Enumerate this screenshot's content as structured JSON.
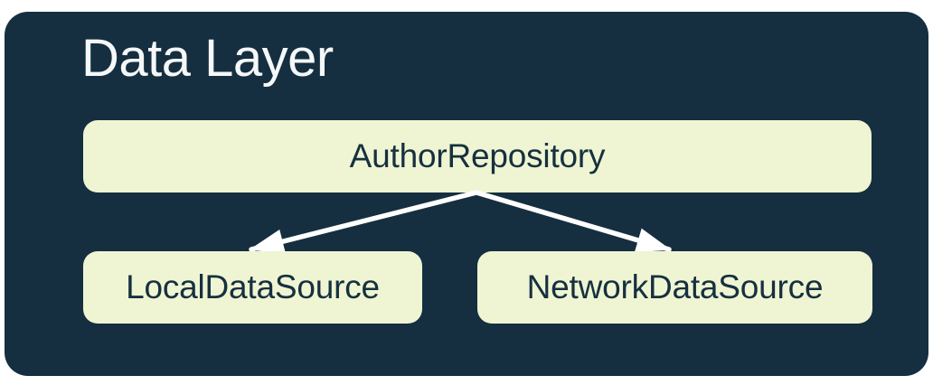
{
  "diagram": {
    "title": "Data Layer",
    "nodes": [
      {
        "id": "repository",
        "label": "AuthorRepository"
      },
      {
        "id": "local",
        "label": "LocalDataSource"
      },
      {
        "id": "network",
        "label": "NetworkDataSource"
      }
    ],
    "edges": [
      {
        "from": "AuthorRepository",
        "to": "LocalDataSource"
      },
      {
        "from": "AuthorRepository",
        "to": "NetworkDataSource"
      }
    ],
    "colors": {
      "page_background": "#ffffff",
      "container_background": "#152f40",
      "node_background": "#eff5d3",
      "node_text": "#16303f",
      "title_text": "#f5f7f8",
      "arrow": "#ffffff"
    }
  }
}
